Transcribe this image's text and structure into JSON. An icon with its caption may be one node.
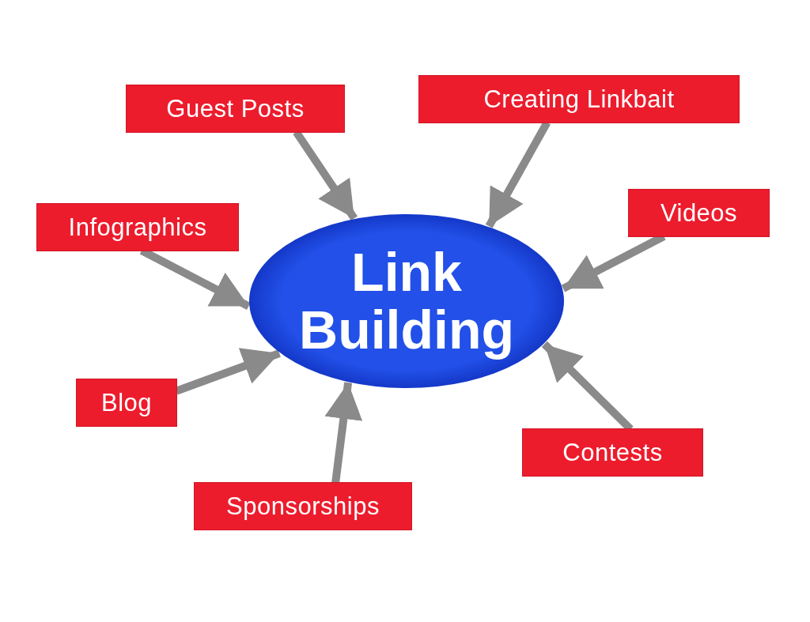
{
  "diagram": {
    "nodes": [
      {
        "text": [
          "Link Building"
        ]
      },
      {
        "text": [
          "Guest Posts"
        ]
      },
      {
        "text": [
          "Creating Linkbait"
        ]
      },
      {
        "text": [
          "Infographics"
        ]
      },
      {
        "text": [
          "Videos"
        ]
      },
      {
        "text": [
          "Blog"
        ]
      },
      {
        "text": [
          "Contests"
        ]
      },
      {
        "text": [
          "Sponsorships"
        ]
      }
    ],
    "edges": [
      {
        "from": 1,
        "to": 0,
        "arrow": "to"
      },
      {
        "from": 2,
        "to": 0,
        "arrow": "to"
      },
      {
        "from": 3,
        "to": 0,
        "arrow": "to"
      },
      {
        "from": 4,
        "to": 0,
        "arrow": "to"
      },
      {
        "from": 5,
        "to": 0,
        "arrow": "to"
      },
      {
        "from": 6,
        "to": 0,
        "arrow": "to"
      },
      {
        "from": 7,
        "to": 0,
        "arrow": "to"
      }
    ]
  }
}
